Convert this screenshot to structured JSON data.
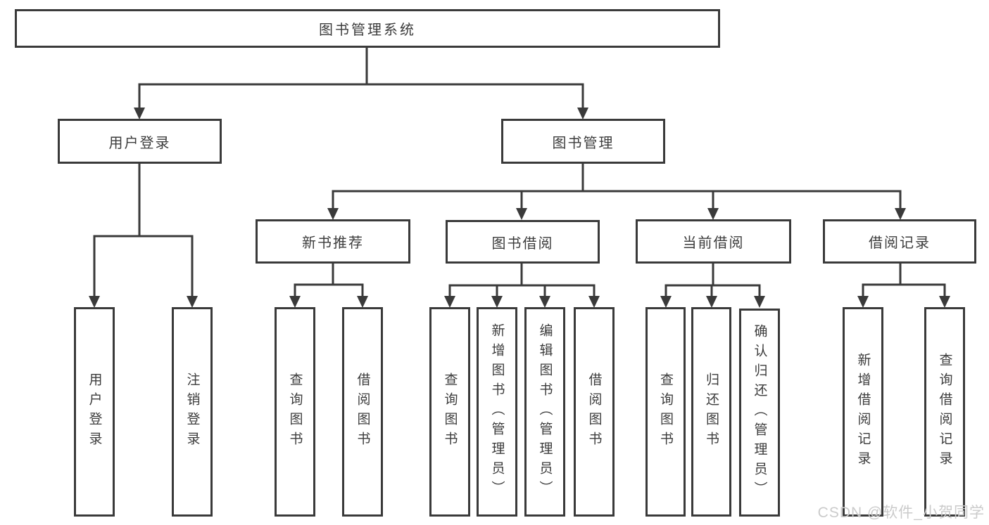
{
  "diagram": {
    "root": "图书管理系统",
    "level2": {
      "user_login": "用户登录",
      "book_mgmt": "图书管理"
    },
    "level3": {
      "new_book": "新书推荐",
      "book_borrow": "图书借阅",
      "current_borrow": "当前借阅",
      "borrow_record": "借阅记录"
    },
    "leaves": {
      "user_login_1": "用户登录",
      "user_login_2": "注销登录",
      "new_book_1": "查询图书",
      "new_book_2": "借阅图书",
      "book_borrow_1": "查询图书",
      "book_borrow_2": "新增图书（管理员）",
      "book_borrow_3": "编辑图书（管理员）",
      "book_borrow_4": "借阅图书",
      "current_borrow_1": "查询图书",
      "current_borrow_2": "归还图书",
      "current_borrow_3": "确认归还（管理员）",
      "borrow_record_1": "新增借阅记录",
      "borrow_record_2": "查询借阅记录"
    }
  },
  "watermark": "CSDN @软件_小贺同学",
  "colors": {
    "line": "#3a3a3a",
    "text": "#3c3c3c",
    "box_bg": "#ffffff",
    "watermark": "#cbcbcb"
  }
}
